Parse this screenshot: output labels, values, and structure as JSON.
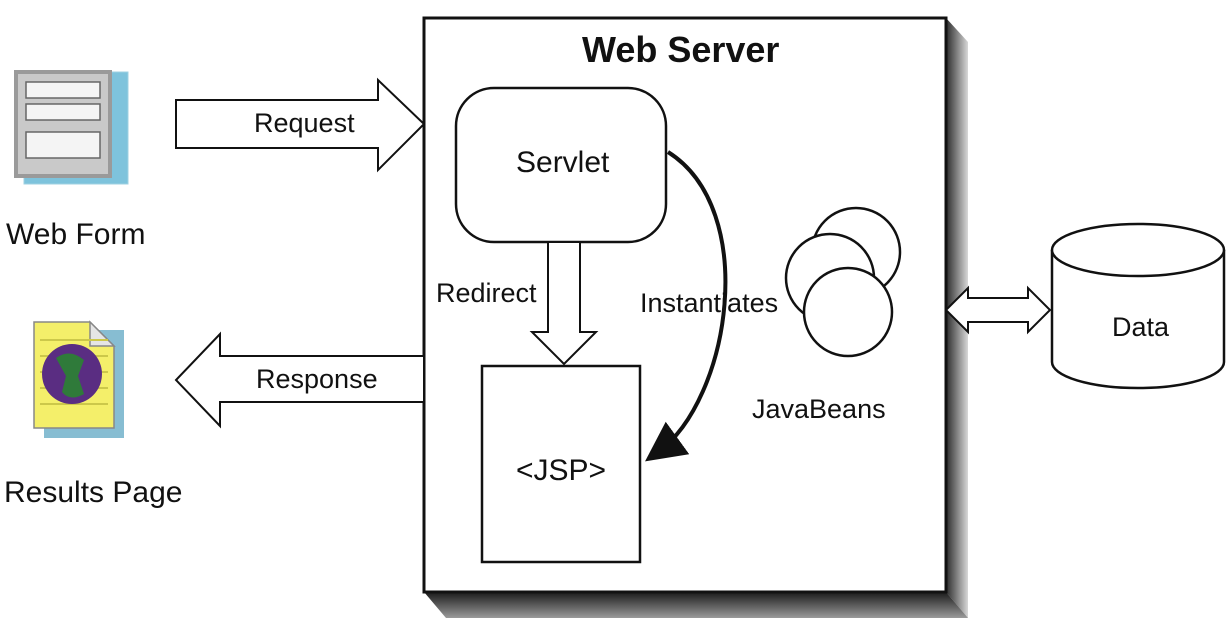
{
  "server": {
    "title": "Web Server"
  },
  "components": {
    "servlet": "Servlet",
    "jsp": "<JSP>",
    "javabeans": "JavaBeans",
    "data": "Data"
  },
  "clients": {
    "web_form": "Web Form",
    "results_page": "Results Page"
  },
  "arrows": {
    "request": "Request",
    "response": "Response",
    "redirect": "Redirect",
    "instantiates": "Instantiates"
  },
  "icons": {
    "web_form": "web-form-icon",
    "results_page": "results-page-icon"
  }
}
